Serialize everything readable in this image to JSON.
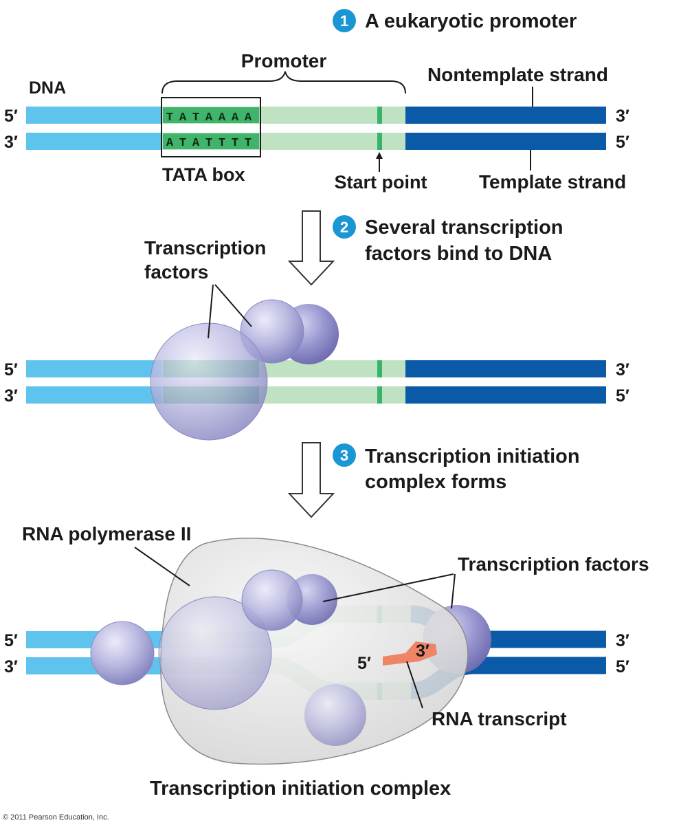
{
  "steps": [
    {
      "number": "1",
      "text_lines": [
        "A eukaryotic promoter"
      ]
    },
    {
      "number": "2",
      "text_lines": [
        "Several transcription",
        "factors bind to DNA"
      ]
    },
    {
      "number": "3",
      "text_lines": [
        "Transcription initiation",
        "complex forms"
      ]
    }
  ],
  "labels": {
    "dna": "DNA",
    "promoter": "Promoter",
    "nontemplate_strand": "Nontemplate strand",
    "template_strand": "Template strand",
    "tata_box": "TATA box",
    "start_point": "Start point",
    "transcription_factors_lines": [
      "Transcription",
      "factors"
    ],
    "rna_polymerase": "RNA polymerase II",
    "transcription_factors_2": "Transcription factors",
    "rna_transcript": "RNA transcript",
    "complex_caption": "Transcription initiation complex",
    "copyright": "© 2011 Pearson Education, Inc."
  },
  "sequence": {
    "top": [
      "T",
      "A",
      "T",
      "A",
      "A",
      "A",
      "A"
    ],
    "bottom": [
      "A",
      "T",
      "A",
      "T",
      "T",
      "T",
      "T"
    ]
  },
  "end_labels": {
    "five_prime": "5′",
    "three_prime": "3′"
  },
  "colors": {
    "light_blue_strand": "#5ec4ee",
    "dark_blue_strand": "#0a5aa8",
    "promoter_green": "#bfe2c2",
    "tata_green": "#3fb46a",
    "start_point_green": "#39b36a",
    "protein_purple": "#b3b2de",
    "polymerase_grey": "#e4e4e4",
    "rna_orange": "#f08466",
    "step_circle": "#1a96d4"
  }
}
